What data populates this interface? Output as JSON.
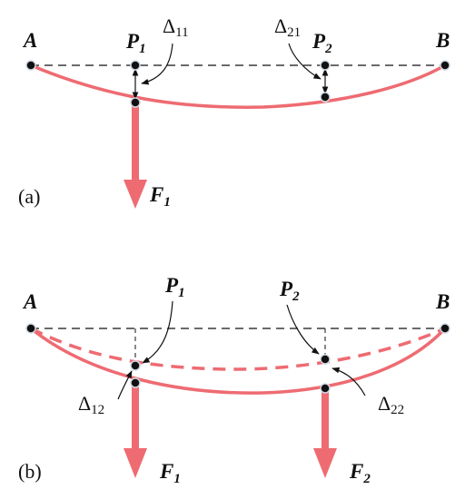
{
  "colors": {
    "beam": "#ee6b72",
    "line": "#111111",
    "node_fill": "#111111"
  },
  "panel_a": {
    "label": "(a)",
    "point_a": "A",
    "point_b": "B",
    "p1": "P",
    "p1_sub": "1",
    "p2": "P",
    "p2_sub": "2",
    "delta_11": "Δ",
    "delta_11_sub": "11",
    "delta_21": "Δ",
    "delta_21_sub": "21",
    "f1": "F",
    "f1_sub": "1"
  },
  "panel_b": {
    "label": "(b)",
    "point_a": "A",
    "point_b": "B",
    "p1": "P",
    "p1_sub": "1",
    "p2": "P",
    "p2_sub": "2",
    "delta_12": "Δ",
    "delta_12_sub": "12",
    "delta_22": "Δ",
    "delta_22_sub": "22",
    "f1": "F",
    "f1_sub": "1",
    "f2": "F",
    "f2_sub": "2"
  }
}
